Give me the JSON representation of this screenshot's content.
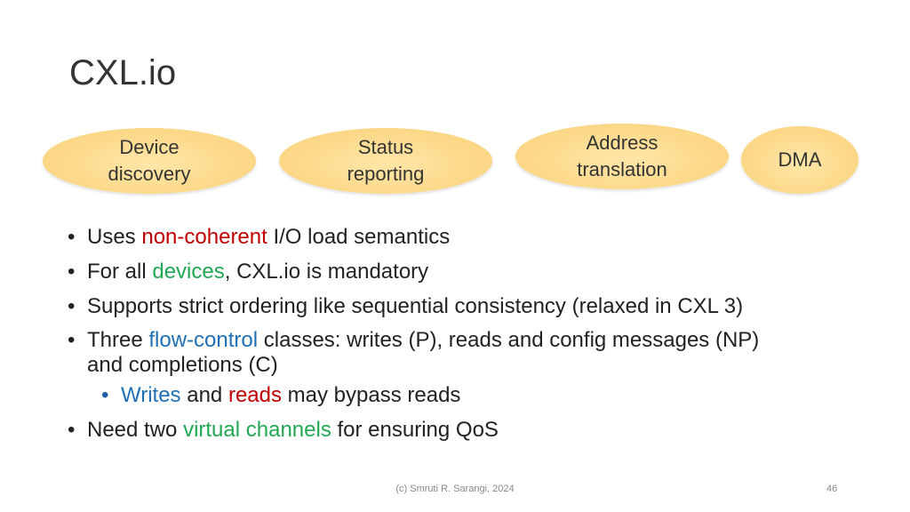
{
  "slide": {
    "title": "CXL.io",
    "ovals": [
      {
        "line1": "Device",
        "line2": "discovery"
      },
      {
        "line1": "Status",
        "line2": "reporting"
      },
      {
        "line1": "Address",
        "line2": "translation"
      },
      {
        "line1": "DMA"
      }
    ],
    "bullets": {
      "b1": {
        "pre": "Uses ",
        "hl": "non-coherent",
        "post": " I/O load semantics"
      },
      "b2": {
        "pre": "For all ",
        "hl": "devices",
        "post": ", CXL.io is mandatory"
      },
      "b3": {
        "text": "Supports strict ordering like sequential consistency (relaxed in CXL 3)"
      },
      "b4": {
        "pre": "Three ",
        "hl": "flow-control",
        "post": " classes: writes (P), reads and config messages (NP)",
        "line2": "and completions (C)"
      },
      "b5": {
        "hl1": "Writes",
        "mid": " and ",
        "hl2": "reads",
        "post": " may bypass reads"
      },
      "b6": {
        "pre": "Need two ",
        "hl": "virtual channels",
        "post": " for ensuring QoS"
      }
    },
    "footer": "(c) Smruti R. Sarangi, 2024",
    "page_number": "46"
  }
}
